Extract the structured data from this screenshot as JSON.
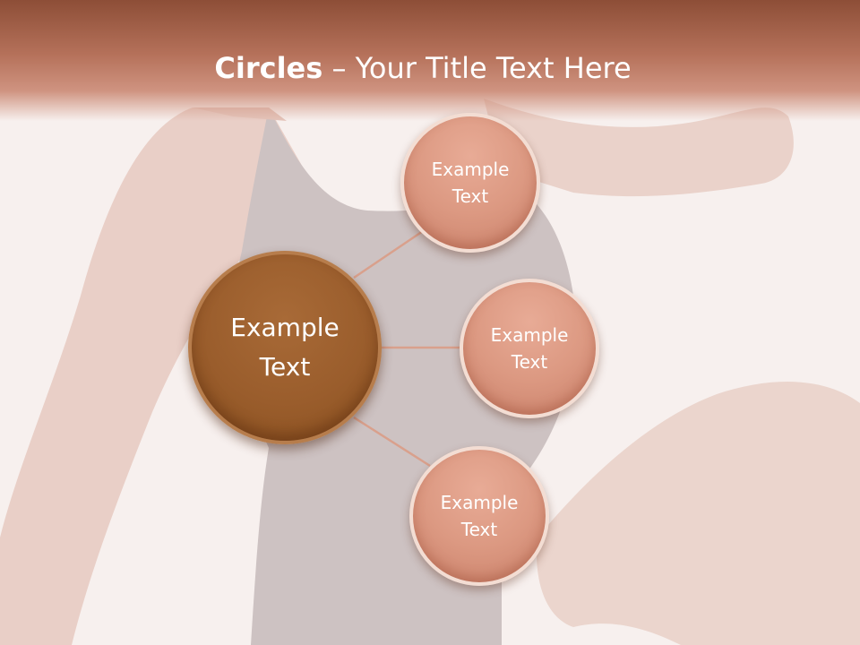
{
  "slide": {
    "title_bold": "Circles",
    "title_rest": " – Your Title Text Here",
    "colors": {
      "header": "#a9634b",
      "center_circle": "#9a5d2c",
      "outer_circle": "#dc9982",
      "connector": "#d9a08c"
    }
  },
  "center": {
    "line1": "Example",
    "line2": "Text"
  },
  "nodes": [
    {
      "line1": "Example",
      "line2": "Text"
    },
    {
      "line1": "Example",
      "line2": "Text"
    },
    {
      "line1": "Example",
      "line2": "Text"
    }
  ]
}
